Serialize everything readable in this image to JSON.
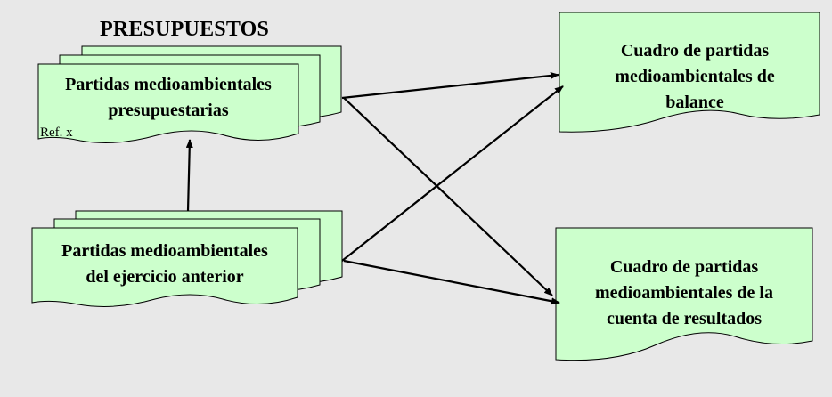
{
  "diagram": {
    "title": "PRESUPUESTOS",
    "colors": {
      "background": "#e8e8e8",
      "box_fill": "#ccffcc",
      "stroke": "#000000"
    },
    "nodes": {
      "budget_items": {
        "line1": "Partidas medioambientales",
        "line2": "presupuestarias",
        "ref": "Ref. x"
      },
      "previous_year_items": {
        "line1": "Partidas medioambientales",
        "line2": "del ejercicio anterior"
      },
      "balance_table": {
        "line1": "Cuadro de partidas",
        "line2": "medioambientales de",
        "line3": "balance"
      },
      "results_table": {
        "line1": "Cuadro de partidas",
        "line2": "medioambientales de la",
        "line3": "cuenta de resultados"
      }
    },
    "edges": [
      {
        "from": "previous_year_items",
        "to": "budget_items"
      },
      {
        "from": "budget_items",
        "to": "balance_table"
      },
      {
        "from": "budget_items",
        "to": "results_table"
      },
      {
        "from": "previous_year_items",
        "to": "balance_table"
      },
      {
        "from": "previous_year_items",
        "to": "results_table"
      }
    ]
  }
}
